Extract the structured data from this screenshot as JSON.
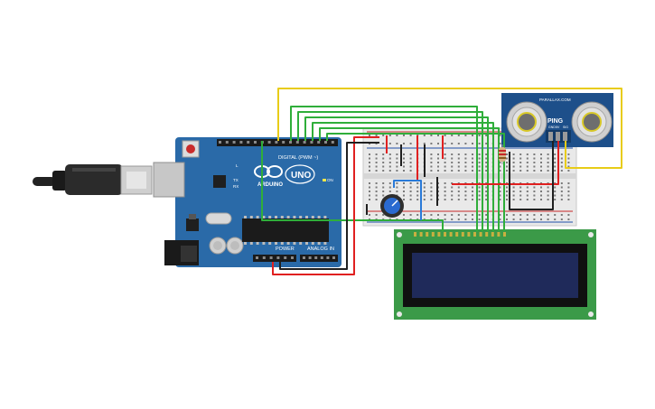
{
  "arduino": {
    "brand": "ARDUINO",
    "model": "UNO",
    "digital_label": "DIGITAL (PWM ~)",
    "power_label": "POWER",
    "analog_label": "ANALOG IN",
    "on_label": "ON",
    "tx_label": "TX",
    "rx_label": "RX",
    "l_label": "L",
    "board_color": "#2a6aa8"
  },
  "sensor": {
    "brand": "PARALLAX.COM",
    "name": "PING",
    "pins": [
      "GND",
      "5V",
      "SIG"
    ],
    "board_color": "#1d4f8a"
  },
  "lcd": {
    "board_color": "#3b9a48",
    "screen_color": "#1f2a5a"
  },
  "wire_colors": {
    "red": "#e02020",
    "black": "#202020",
    "green": "#2fae3a",
    "yellow": "#e8cc18",
    "blue": "#2a7ad8"
  }
}
